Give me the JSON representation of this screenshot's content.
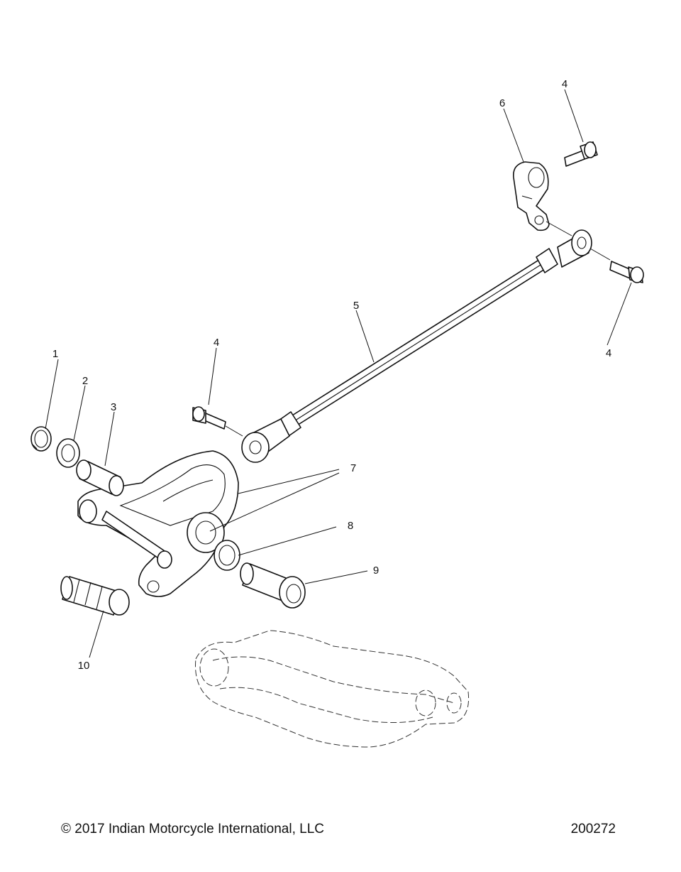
{
  "callouts": {
    "c1": "1",
    "c2": "2",
    "c3": "3",
    "c4a": "4",
    "c4b": "4",
    "c4c": "4",
    "c5": "5",
    "c6": "6",
    "c7": "7",
    "c8": "8",
    "c9": "9",
    "c10": "10"
  },
  "footer": {
    "copyright": "© 2017 Indian Motorcycle International, LLC",
    "drawing_number": "200272"
  }
}
